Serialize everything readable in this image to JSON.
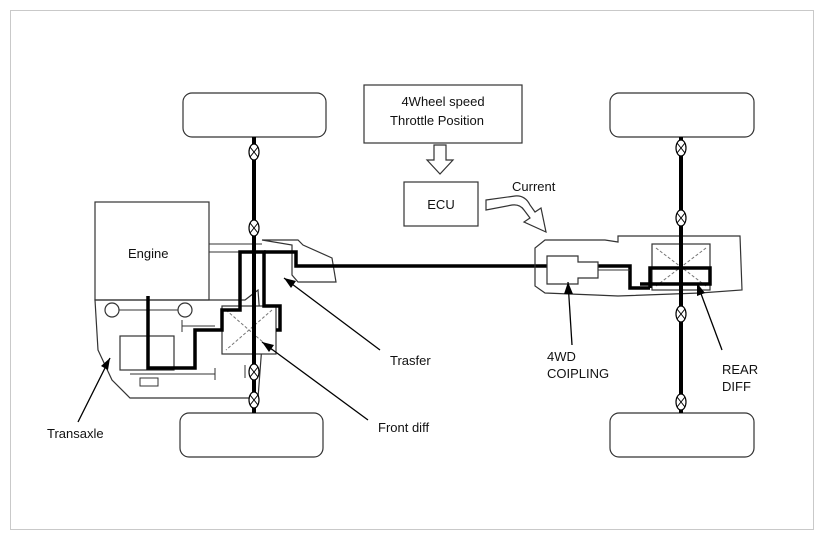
{
  "boxes": {
    "sensor_line1": "4Wheel speed",
    "sensor_line2": "Throttle Position",
    "ecu": "ECU"
  },
  "labels": {
    "current": "Current",
    "engine": "Engine",
    "transfer": "Trasfer",
    "coupling_line1": "4WD",
    "coupling_line2": "COIPLING",
    "rear_diff_line1": "REAR",
    "rear_diff_line2": "DIFF",
    "transaxle": "Transaxle",
    "front_diff": "Front diff"
  },
  "colors": {
    "line": "#000000",
    "thin": "#333333",
    "frame": "#c9c9c9"
  }
}
